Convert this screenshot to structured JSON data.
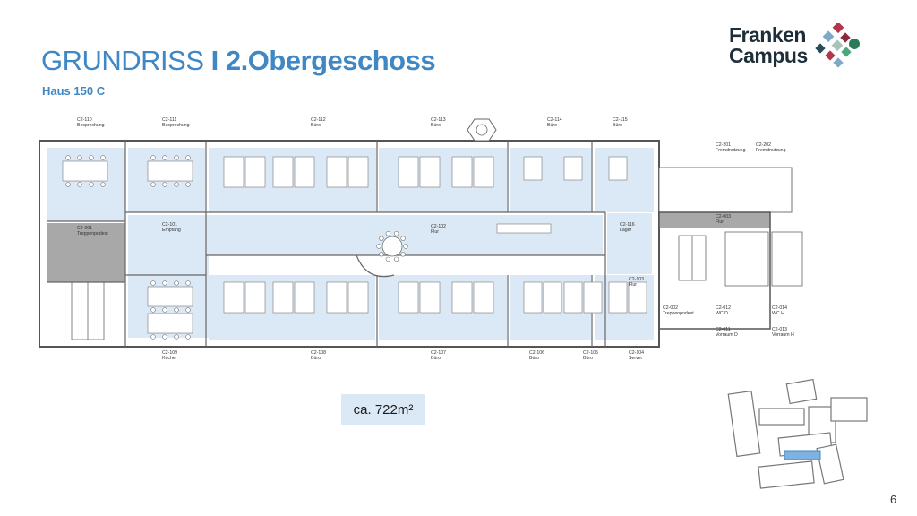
{
  "header": {
    "title_light": "GRUNDRISS ",
    "title_bold": "I 2.Obergeschoss",
    "subtitle": "Haus 150 C"
  },
  "logo": {
    "line1": "Franken",
    "line2": "Campus",
    "colors": [
      "#b5364a",
      "#4ea67c",
      "#2b7a5a",
      "#7fa9c9",
      "#a9c3b5",
      "#8a2a3c"
    ]
  },
  "floorplan": {
    "rooms_top": [
      {
        "code": "C2-110",
        "name": "Besprechung"
      },
      {
        "code": "C2-111",
        "name": "Besprechung"
      },
      {
        "code": "C2-112",
        "name": "Büro"
      },
      {
        "code": "C2-113",
        "name": "Büro"
      },
      {
        "code": "C2-114",
        "name": "Büro"
      },
      {
        "code": "C2-115",
        "name": "Büro"
      },
      {
        "code": "C2-201",
        "name": "Fremdnutzung"
      },
      {
        "code": "C2-202",
        "name": "Fremdnutzung"
      }
    ],
    "rooms_mid": [
      {
        "code": "C2-001",
        "name": "Treppenpodest"
      },
      {
        "code": "C2-101",
        "name": "Empfang"
      },
      {
        "code": "C2-102",
        "name": "Flur"
      },
      {
        "code": "C2-116",
        "name": "Lager"
      },
      {
        "code": "C2-103",
        "name": "Flur"
      },
      {
        "code": "C2-003",
        "name": "Flur"
      }
    ],
    "rooms_right": [
      {
        "code": "C2-002",
        "name": "Treppenpodest"
      },
      {
        "code": "C2-012",
        "name": "WC D"
      },
      {
        "code": "C2-014",
        "name": "WC H"
      },
      {
        "code": "C2-011",
        "name": "Vorraum D"
      },
      {
        "code": "C2-013",
        "name": "Vorraum H"
      }
    ],
    "rooms_bottom": [
      {
        "code": "C2-109",
        "name": "Küche"
      },
      {
        "code": "C2-108",
        "name": "Büro"
      },
      {
        "code": "C2-107",
        "name": "Büro"
      },
      {
        "code": "C2-106",
        "name": "Büro"
      },
      {
        "code": "C2-105",
        "name": "Büro"
      },
      {
        "code": "C2-104",
        "name": "Server"
      }
    ]
  },
  "area_label": "ca. 722m²",
  "page_number": "6",
  "colors": {
    "accent": "#3f88c5",
    "room_fill": "#dbe8f5",
    "wall": "#555555"
  }
}
